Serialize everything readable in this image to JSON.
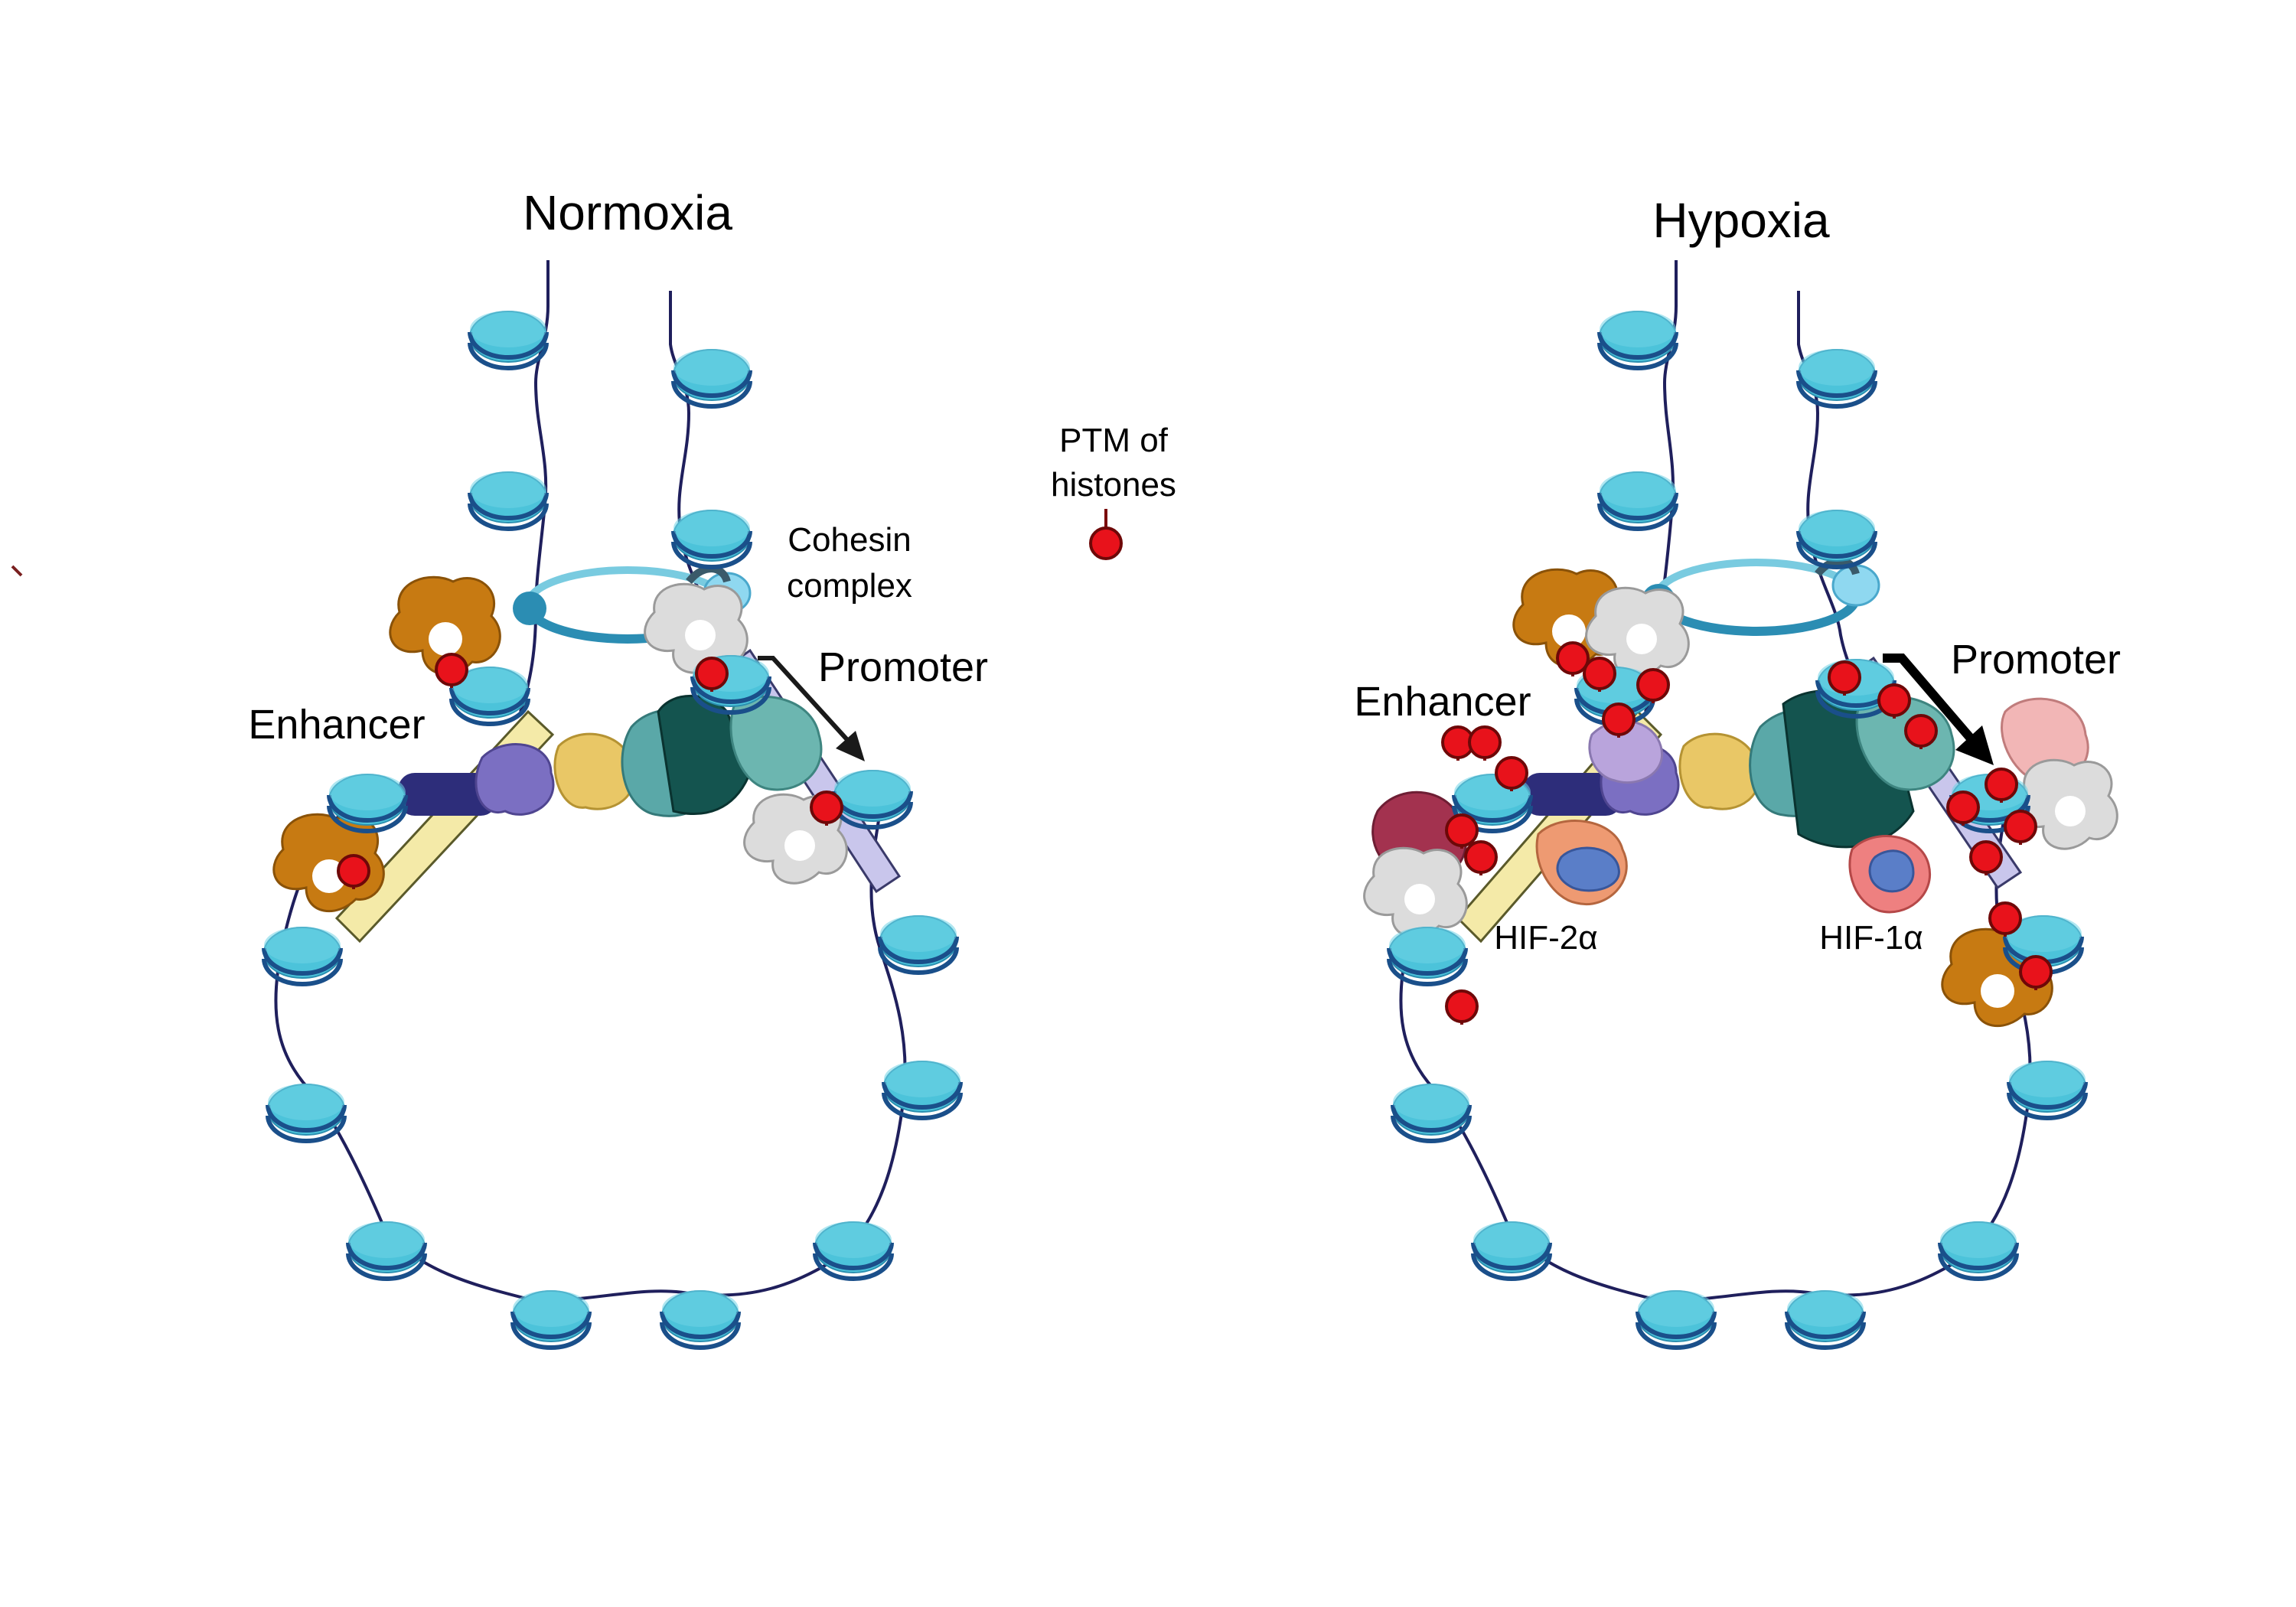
{
  "panels": {
    "normoxia": {
      "title": "Normoxia",
      "enhancer_label": "Enhancer",
      "promoter_label": "Promoter",
      "cohesin_label_line1": "Cohesin",
      "cohesin_label_line2": "complex"
    },
    "hypoxia": {
      "title": "Hypoxia",
      "enhancer_label": "Enhancer",
      "promoter_label": "Promoter",
      "hif2_label": "HIF-2α",
      "hif1_label": "HIF-1α"
    }
  },
  "legend": {
    "ptm_line1": "PTM of",
    "ptm_line2": "histones"
  },
  "colors": {
    "nucleosome": "#4cc3da",
    "nucleosome_band": "#1a4f8a",
    "dna": "#1f1f5c",
    "ptm_marker": "#e8121b",
    "enhancer_region": "#f4eaa8",
    "promoter_region": "#c9c6ec",
    "cohesin_ring": "#2b8db3",
    "mediator_orange": "#c77a12",
    "hif_protein_dark_red": "#a3324f"
  }
}
